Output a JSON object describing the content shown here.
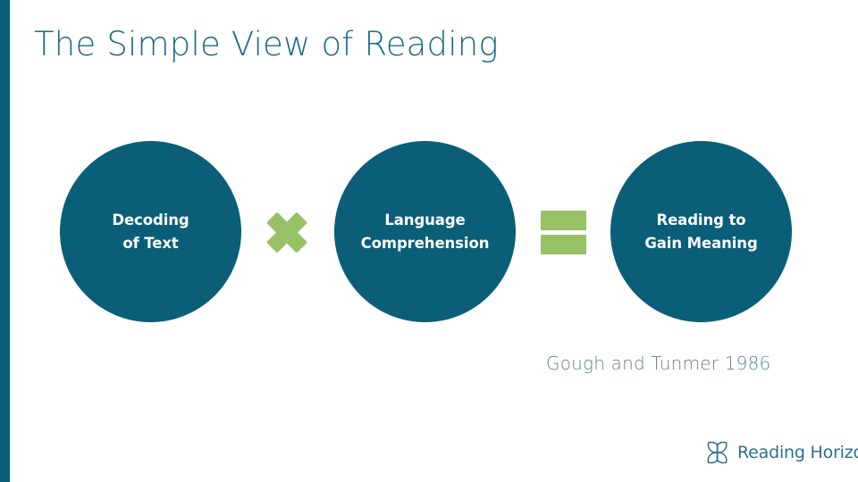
{
  "slide": {
    "title": "The Simple View of Reading",
    "accent_teal": "#0a5e78",
    "accent_green": "#96c164",
    "title_color": "#1b6b85",
    "citation_color": "#5d8399",
    "background": "#ffffff"
  },
  "diagram": {
    "type": "equation",
    "nodes": [
      {
        "id": "decoding",
        "label": "Decoding\nof Text",
        "shape": "circle",
        "fill": "#0a5e78",
        "text_color": "#ffffff"
      },
      {
        "id": "language-comprehension",
        "label": "Language\nComprehension",
        "shape": "circle",
        "fill": "#0a5e78",
        "text_color": "#ffffff"
      },
      {
        "id": "reading-to-gain-meaning",
        "label": "Reading to\nGain Meaning",
        "shape": "circle",
        "fill": "#0a5e78",
        "text_color": "#ffffff"
      }
    ],
    "operators": [
      {
        "id": "multiply",
        "symbol": "times",
        "label": "×",
        "color": "#96c164"
      },
      {
        "id": "equals",
        "symbol": "equals",
        "label": "=",
        "color": "#96c164"
      }
    ]
  },
  "citation": {
    "text": "Gough and Tunmer 1986"
  },
  "brand": {
    "name": "Reading Horizons",
    "mark_icon": "reading-horizons-butterfly-icon",
    "color": "#2e6f8c"
  }
}
